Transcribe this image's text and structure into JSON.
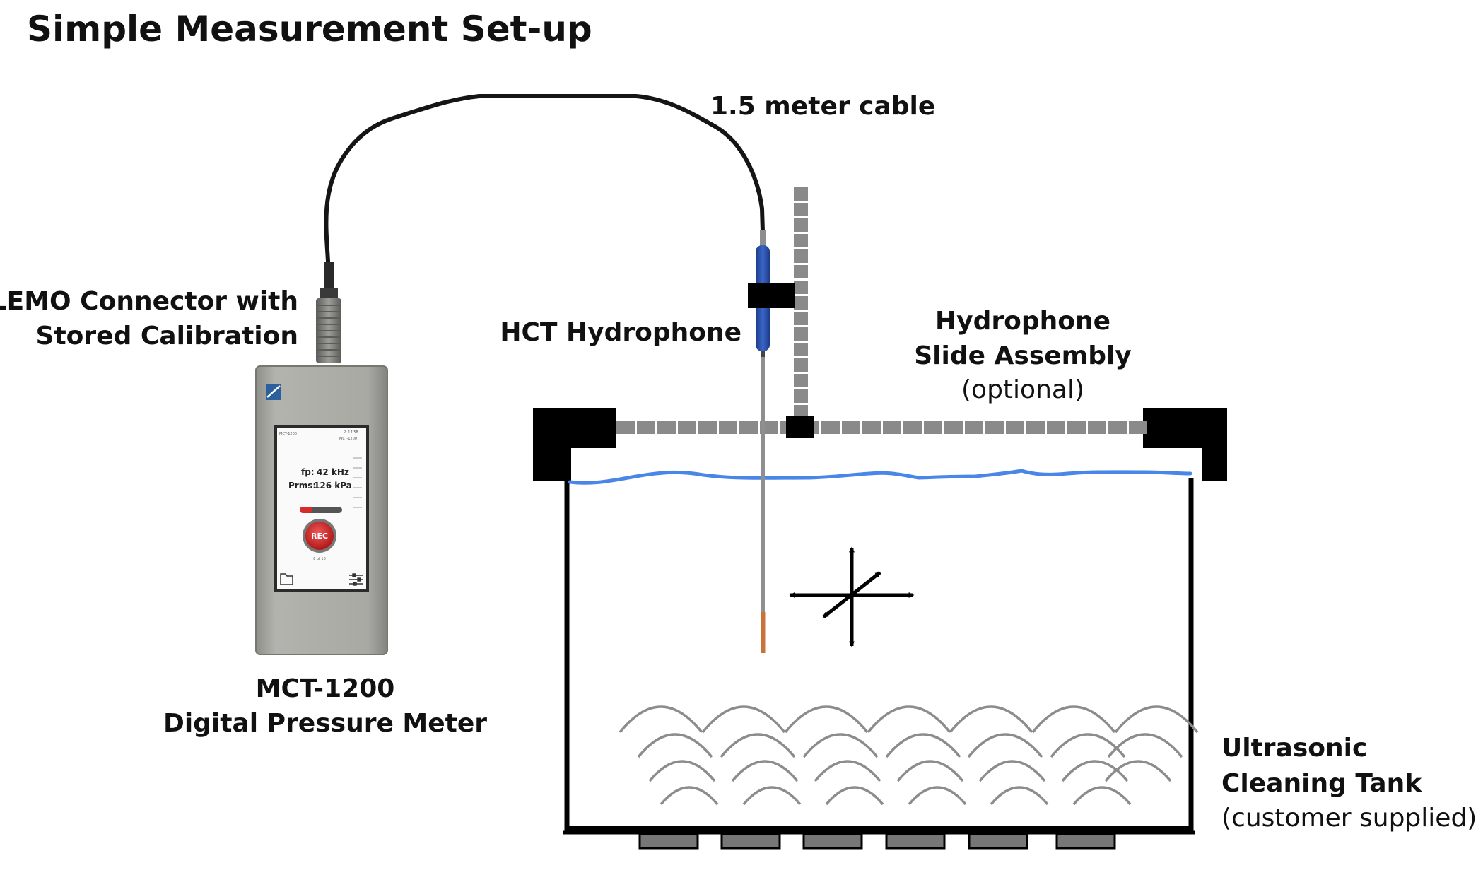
{
  "title": "Simple Measurement Set-up",
  "labels": {
    "cable": "1.5 meter cable",
    "lemo_line1": "LEMO Connector with",
    "lemo_line2": "Stored Calibration",
    "hydrophone": "HCT  Hydrophone",
    "slide_line1": "Hydrophone",
    "slide_line2": "Slide Assembly",
    "slide_line3": "(optional)",
    "meter_line1": "MCT-1200",
    "meter_line2": "Digital Pressure Meter",
    "tank_line1": "Ultrasonic",
    "tank_line2": "Cleaning Tank",
    "tank_line3": "(customer supplied)"
  },
  "meter_screen": {
    "header_left": "MCT-1200",
    "header_right_1": "P: 17:58",
    "header_right_2": "MCT-1200",
    "freq_label": "fp:",
    "freq_value": "42 kHz",
    "pressure_label": "Prms:",
    "pressure_value": "126 kPa",
    "rec_button": "REC",
    "rec_counter": "8 of 10"
  },
  "colors": {
    "water_line": "#4a86e8",
    "hydrophone_body": "#2a4fa8",
    "slide_gray": "#8a8a8a",
    "meter_case": "#a7a7a2",
    "rec_red": "#d62b2b",
    "tip_copper": "#c9733a"
  },
  "icons": {
    "motion": "four-way-move-arrows-icon",
    "folder": "folder-icon",
    "settings": "sliders-icon",
    "brand": "brand-logo-icon"
  }
}
